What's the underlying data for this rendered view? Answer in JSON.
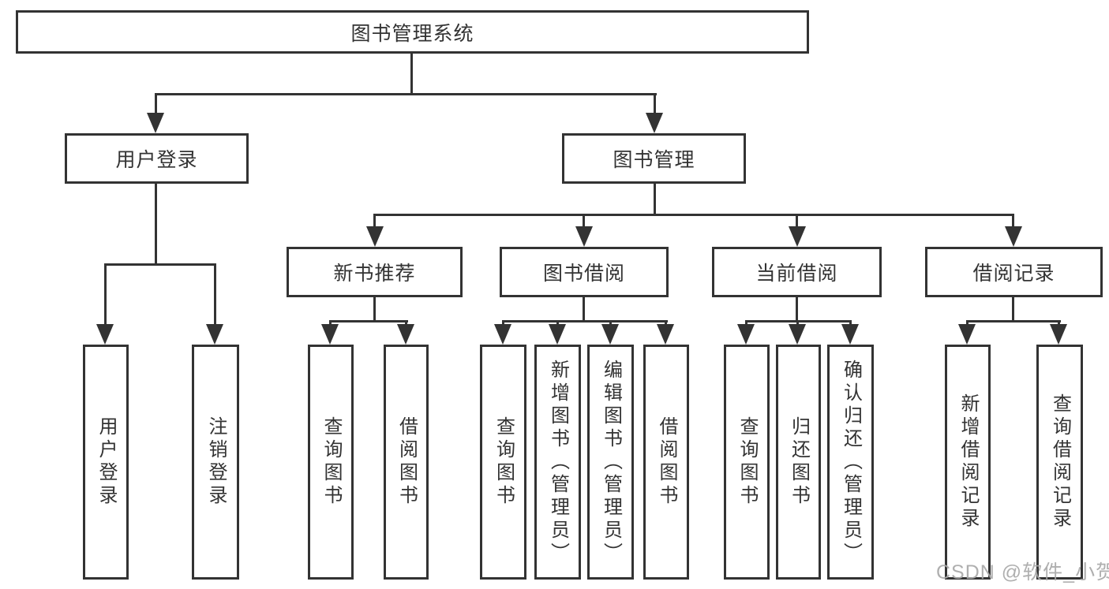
{
  "diagram": {
    "title": "图书管理系统",
    "nodes": {
      "root": {
        "label": "图书管理系统"
      },
      "user_login": {
        "label": "用户登录"
      },
      "book_mgmt": {
        "label": "图书管理"
      },
      "new_book_rec": {
        "label": "新书推荐"
      },
      "book_borrow": {
        "label": "图书借阅"
      },
      "current_borrow": {
        "label": "当前借阅"
      },
      "borrow_records": {
        "label": "借阅记录"
      },
      "leaf_user_login": {
        "label": "用户登录"
      },
      "leaf_logout": {
        "label": "注销登录"
      },
      "leaf_query_book_rec": {
        "label": "查询图书"
      },
      "leaf_borrow_book_rec": {
        "label": "借阅图书"
      },
      "leaf_query_book_bor": {
        "label": "查询图书"
      },
      "leaf_add_book_admin": {
        "label": "新增图书（管理员）"
      },
      "leaf_edit_book_admin": {
        "label": "编辑图书（管理员）"
      },
      "leaf_borrow_book_bor": {
        "label": "借阅图书"
      },
      "leaf_query_book_cur": {
        "label": "查询图书"
      },
      "leaf_return_book": {
        "label": "归还图书"
      },
      "leaf_confirm_return_admin": {
        "label": "确认归还（管理员）"
      },
      "leaf_add_borrow_record": {
        "label": "新增借阅记录"
      },
      "leaf_query_borrow_record": {
        "label": "查询借阅记录"
      }
    },
    "edges": [
      [
        "root",
        "user_login"
      ],
      [
        "root",
        "book_mgmt"
      ],
      [
        "user_login",
        "leaf_user_login"
      ],
      [
        "user_login",
        "leaf_logout"
      ],
      [
        "book_mgmt",
        "new_book_rec"
      ],
      [
        "book_mgmt",
        "book_borrow"
      ],
      [
        "book_mgmt",
        "current_borrow"
      ],
      [
        "book_mgmt",
        "borrow_records"
      ],
      [
        "new_book_rec",
        "leaf_query_book_rec"
      ],
      [
        "new_book_rec",
        "leaf_borrow_book_rec"
      ],
      [
        "book_borrow",
        "leaf_query_book_bor"
      ],
      [
        "book_borrow",
        "leaf_add_book_admin"
      ],
      [
        "book_borrow",
        "leaf_edit_book_admin"
      ],
      [
        "book_borrow",
        "leaf_borrow_book_bor"
      ],
      [
        "current_borrow",
        "leaf_query_book_cur"
      ],
      [
        "current_borrow",
        "leaf_return_book"
      ],
      [
        "current_borrow",
        "leaf_confirm_return_admin"
      ],
      [
        "borrow_records",
        "leaf_add_borrow_record"
      ],
      [
        "borrow_records",
        "leaf_query_borrow_record"
      ]
    ]
  },
  "watermark": {
    "text": "CSDN @软件_小贺同学",
    "color": "#a9a9a9"
  },
  "colors": {
    "line": "#333333",
    "border": "#333333",
    "text": "#333333",
    "background": "#ffffff"
  }
}
